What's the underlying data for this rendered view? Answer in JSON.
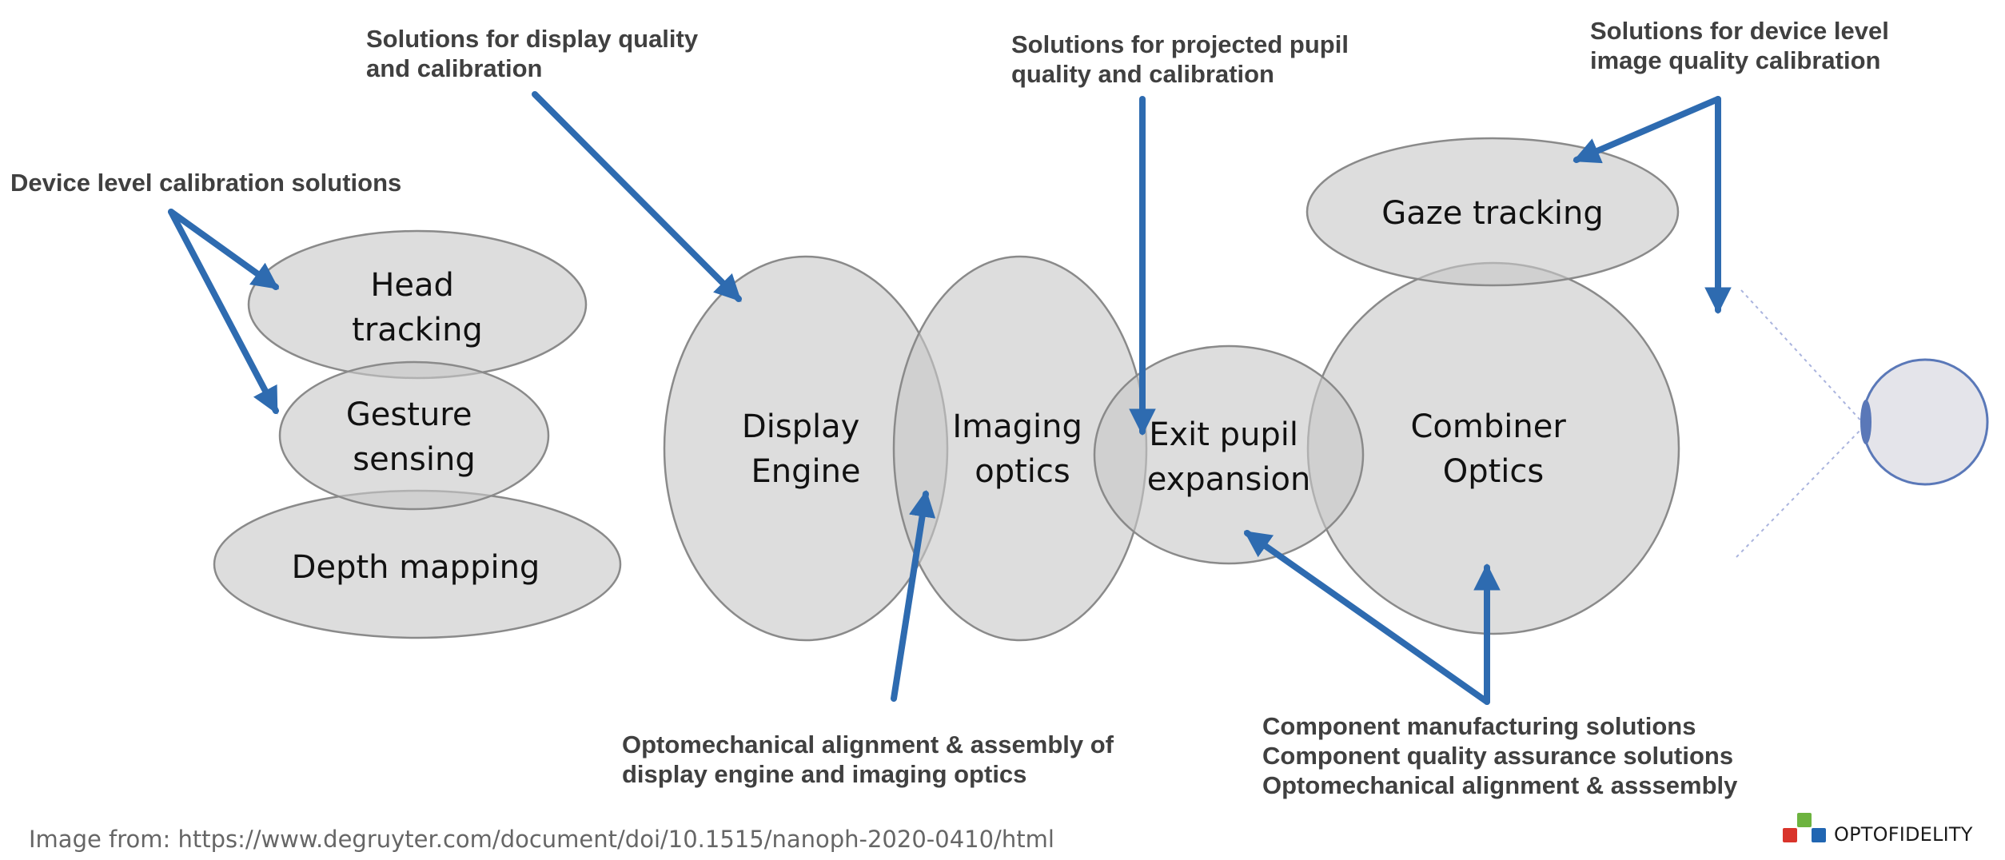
{
  "nodes": {
    "head_tracking": [
      "Head",
      "tracking"
    ],
    "gesture_sensing": [
      "Gesture",
      "sensing"
    ],
    "depth_mapping": [
      "Depth mapping"
    ],
    "display_engine": [
      "Display",
      "Engine"
    ],
    "imaging_optics": [
      "Imaging",
      "optics"
    ],
    "exit_pupil_expansion": [
      "Exit pupil",
      "expansion"
    ],
    "combiner_optics": [
      "Combiner",
      "Optics"
    ],
    "gaze_tracking": [
      "Gaze tracking"
    ]
  },
  "callouts": {
    "device_level": [
      "Device level calibration solutions"
    ],
    "display_quality": [
      "Solutions for display quality",
      "and calibration"
    ],
    "projected_pupil": [
      "Solutions for projected pupil",
      "quality and calibration"
    ],
    "device_image_quality": [
      "Solutions for device level",
      "image quality calibration"
    ],
    "optomechanical": [
      "Optomechanical alignment & assembly of",
      "display engine and imaging optics"
    ],
    "component": [
      "Component manufacturing solutions",
      "Component quality assurance solutions",
      "Optomechanical alignment & asssembly"
    ]
  },
  "source_note": "Image from: https://www.degruyter.com/document/doi/10.1515/nanoph-2020-0410/html",
  "brand": {
    "name": "OPTOFIDELITY",
    "colors": [
      "#6db33f",
      "#d9342b",
      "#2166b2"
    ]
  },
  "colors": {
    "arrow": "#2e6bb0",
    "shape_fill": "#cfcfcf",
    "shape_stroke": "#8a8a8a",
    "callout_text": "#404040",
    "eye_outline": "#5a78b8"
  },
  "icons": {
    "eye": "eye-icon"
  }
}
